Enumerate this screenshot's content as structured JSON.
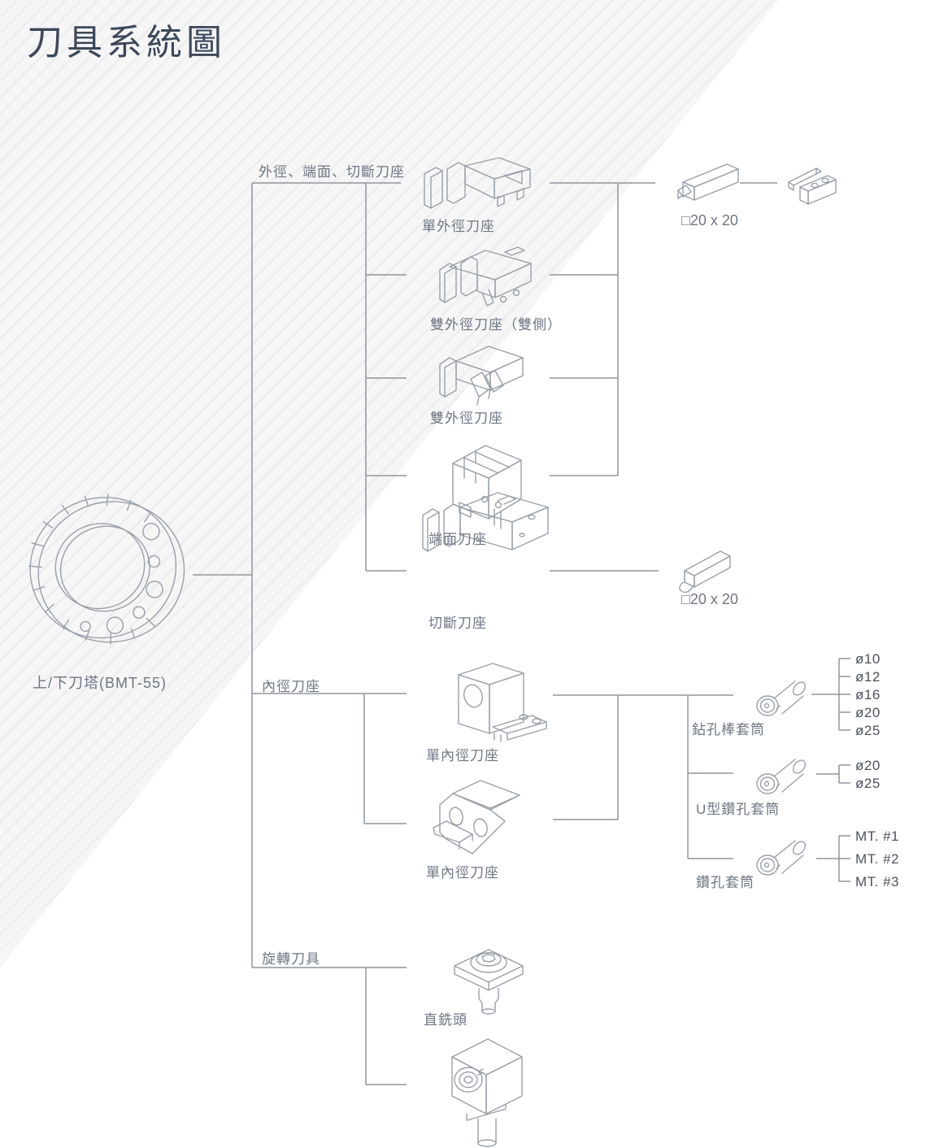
{
  "title": "刀具系統圖",
  "turret": {
    "label": "上/下刀塔(BMT-55)"
  },
  "branches": [
    {
      "id": "od",
      "label": "外徑、端面、切斷刀座"
    },
    {
      "id": "id",
      "label": "內徑刀座"
    },
    {
      "id": "rotary",
      "label": "旋轉刀具"
    }
  ],
  "holders": [
    {
      "id": "single-od",
      "label": "單外徑刀座"
    },
    {
      "id": "double-od-both",
      "label": "雙外徑刀座（雙側）"
    },
    {
      "id": "double-od",
      "label": "雙外徑刀座"
    },
    {
      "id": "face",
      "label": "端面刀座"
    },
    {
      "id": "cutoff",
      "label": "切斷刀座"
    },
    {
      "id": "single-id-1",
      "label": "單內徑刀座"
    },
    {
      "id": "single-id-2",
      "label": "單內徑刀座"
    },
    {
      "id": "straight-mill",
      "label": "直銑頭"
    }
  ],
  "shanks": [
    {
      "label": "□20 x 20"
    },
    {
      "label": "□20 x 20"
    }
  ],
  "sleeves": [
    {
      "label": "鉆孔棒套筒",
      "sizes": [
        "ø10",
        "ø12",
        "ø16",
        "ø20",
        "ø25"
      ]
    },
    {
      "label": "U型鑽孔套筒",
      "sizes": [
        "ø20",
        "ø25"
      ]
    },
    {
      "label": "鑽孔套筒",
      "sizes": [
        "MT. #1",
        "MT. #2",
        "MT. #3"
      ]
    }
  ],
  "colors": {
    "title": "#3c4859",
    "label": "#6e7683",
    "size_label": "#4b525c",
    "connector": "#8f959d",
    "drawing": "#9aa0a8",
    "stripe": "#ececee"
  }
}
